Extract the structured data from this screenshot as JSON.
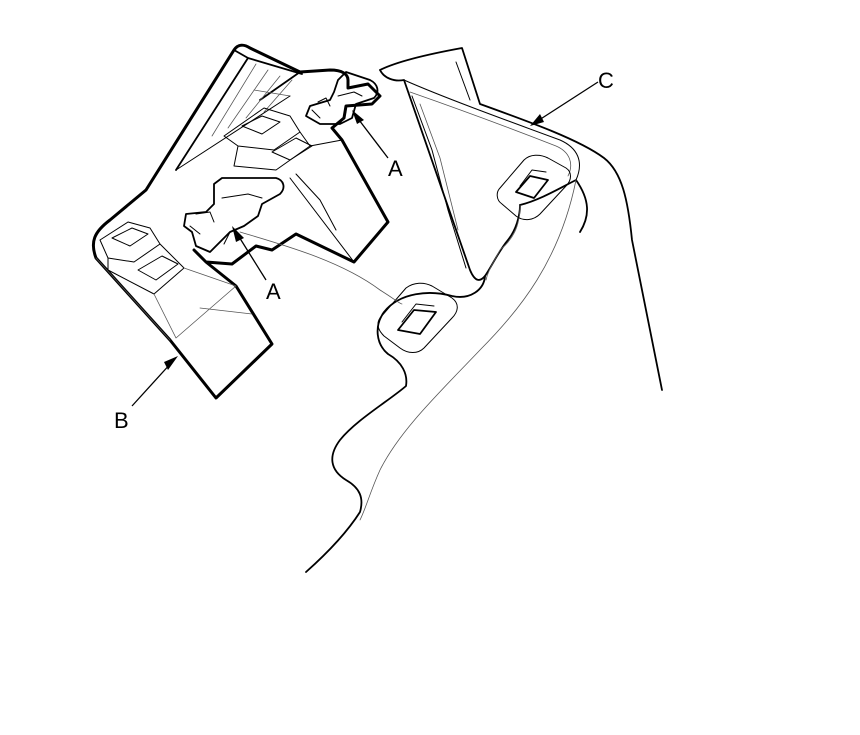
{
  "callouts": {
    "a_upper": "A",
    "a_lower": "A",
    "b": "B",
    "c": "C"
  },
  "parts": {
    "clip": "A",
    "bracket": "B",
    "panel": "C"
  }
}
